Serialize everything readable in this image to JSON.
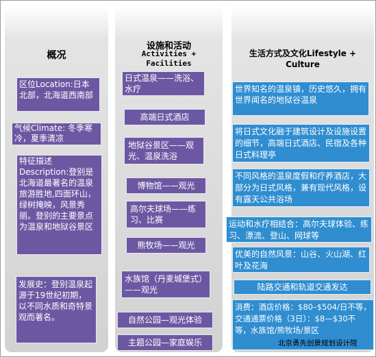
{
  "overview": {
    "title": "概况",
    "location": "区位Location:日本北部，北海道西南部",
    "climate": "气候Climate: 冬季寒冷，夏季清凉",
    "description": "特征描述Description:登别是北海道最著名的温泉旅游胜地,四面环山，绿树掩映，风景秀丽。登别的主要景点为温泉和地狱谷景区",
    "history": "发展史：登别温泉起源于19世纪初期，以不同水质和奇特景观而著名。"
  },
  "facilities": {
    "title_cn": "设施和活动",
    "title_en": "Activities + Facilities",
    "items": [
      "日式温泉——洗浴、水疗",
      "高端日式酒店",
      "地狱谷景区——观光、温泉洗浴",
      "博物馆——观光",
      "高尔夫球场——练习、比赛",
      "熊牧场——观光",
      "水族馆（丹麦城堡式）——观光",
      "自然公园—观光体验",
      "主题公园—家庭娱乐"
    ]
  },
  "lifestyle": {
    "title": "生活方式及文化Lifestyle + Culture",
    "items": [
      "世界知名的温泉镇，历史悠久，拥有世界闻名的地狱谷温泉",
      "将日式文化融于建筑设计及设施设置的细节，高端日式酒店、民宿及各种日式料理亭",
      "不同风格的温泉度假和疗养酒店，大部分为日式风格，兼有现代风格，设有露天公共浴场",
      "运动和水疗相结合：高尔夫球体验、练习、漂流、登山、网球等",
      "优美的自然风景：山谷、火山湖、红叶及花海",
      "陆路交通和轨道交通发达",
      "消费：酒店价格：$80–$504/日不等，交通通票价格（3日）：$8—$30不等，水族馆/熊牧场/景区"
    ]
  },
  "watermark": "北京勇先创景规划设计院",
  "colors": {
    "purple": "#6c58a2",
    "blue": "#2f8dd0",
    "panel": "#d2d2d2"
  }
}
